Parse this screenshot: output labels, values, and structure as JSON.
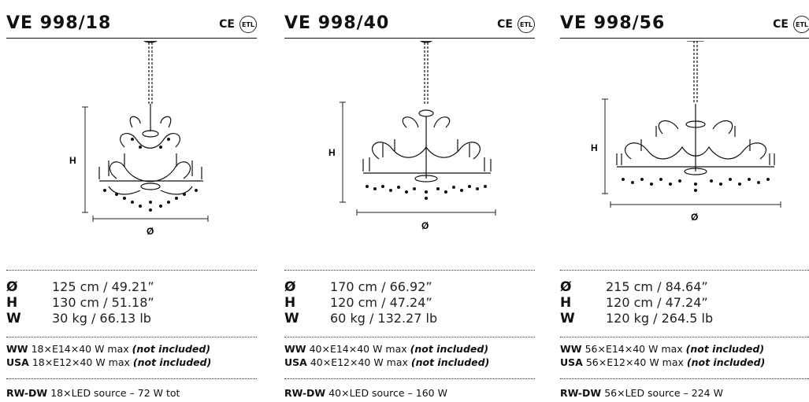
{
  "products": [
    {
      "model": "VE 998/18",
      "dims": [
        {
          "sym": "Ø",
          "val": "125 cm / 49.21”"
        },
        {
          "sym": "H",
          "val": "130 cm / 51.18”"
        },
        {
          "sym": "W",
          "val": "30 kg / 66.13 lb"
        }
      ],
      "ww_label": "WW",
      "ww": "18×E14×40 W max",
      "usa_label": "USA",
      "usa": "18×E12×40 W max",
      "not_included": "(not included)",
      "rw_label": "RW-DW",
      "rw": "18×LED source – 72 W tot",
      "h_label": "H",
      "d_label": "Ø"
    },
    {
      "model": "VE 998/40",
      "dims": [
        {
          "sym": "Ø",
          "val": "170 cm / 66.92”"
        },
        {
          "sym": "H",
          "val": "120 cm / 47.24”"
        },
        {
          "sym": "W",
          "val": "60 kg / 132.27 lb"
        }
      ],
      "ww_label": "WW",
      "ww": "40×E14×40 W max",
      "usa_label": "USA",
      "usa": "40×E12×40 W max",
      "not_included": "(not included)",
      "rw_label": "RW-DW",
      "rw": "40×LED source – 160 W",
      "h_label": "H",
      "d_label": "Ø"
    },
    {
      "model": "VE 998/56",
      "dims": [
        {
          "sym": "Ø",
          "val": "215 cm / 84.64”"
        },
        {
          "sym": "H",
          "val": "120 cm / 47.24”"
        },
        {
          "sym": "W",
          "val": "120 kg / 264.5 lb"
        }
      ],
      "ww_label": "WW",
      "ww": "56×E14×40 W max",
      "usa_label": "USA",
      "usa": "56×E12×40 W max",
      "not_included": "(not included)",
      "rw_label": "RW-DW",
      "rw": "56×LED source – 224 W",
      "h_label": "H",
      "d_label": "Ø"
    }
  ],
  "certs": {
    "ce": "CE",
    "etl": "ETL"
  }
}
